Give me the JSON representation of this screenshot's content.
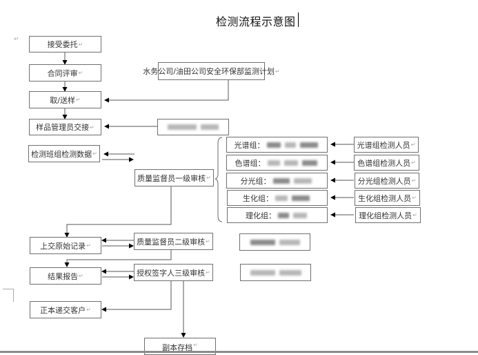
{
  "document": {
    "title": "检测流程示意图",
    "paragraph_mark": "↵"
  },
  "flow": {
    "main": [
      {
        "id": "accept",
        "label": "接受委托"
      },
      {
        "id": "review",
        "label": "合同评审"
      },
      {
        "id": "sampling",
        "label": "取/送样"
      },
      {
        "id": "handover",
        "label": "样品管理员交接"
      },
      {
        "id": "data",
        "label": "检测班组检测数据"
      },
      {
        "id": "submit-records",
        "label": "上交原始记录"
      },
      {
        "id": "report",
        "label": "结果报告"
      },
      {
        "id": "deliver",
        "label": "正本递交客户"
      }
    ],
    "audit": [
      {
        "id": "level1",
        "label": "质量监督员一级审核"
      },
      {
        "id": "level2",
        "label": "质量监督员二级审核"
      },
      {
        "id": "level3",
        "label": "授权签字人三级审核"
      }
    ],
    "archive": {
      "label": "副本存档"
    },
    "plan": {
      "label": "水务公司/油田公司安全环保部监测计划"
    },
    "groups": [
      {
        "name": "光谱组：",
        "staff": "光谱组检测人员"
      },
      {
        "name": "色谱组：",
        "staff": "色谱组检测人员"
      },
      {
        "name": "分光组：",
        "staff": "分光组检测人员"
      },
      {
        "name": "生化组：",
        "staff": "生化组检测人员"
      },
      {
        "name": "理化组：",
        "staff": "理化组检测人员"
      }
    ],
    "redacted_note": "names redacted (blurred)"
  }
}
